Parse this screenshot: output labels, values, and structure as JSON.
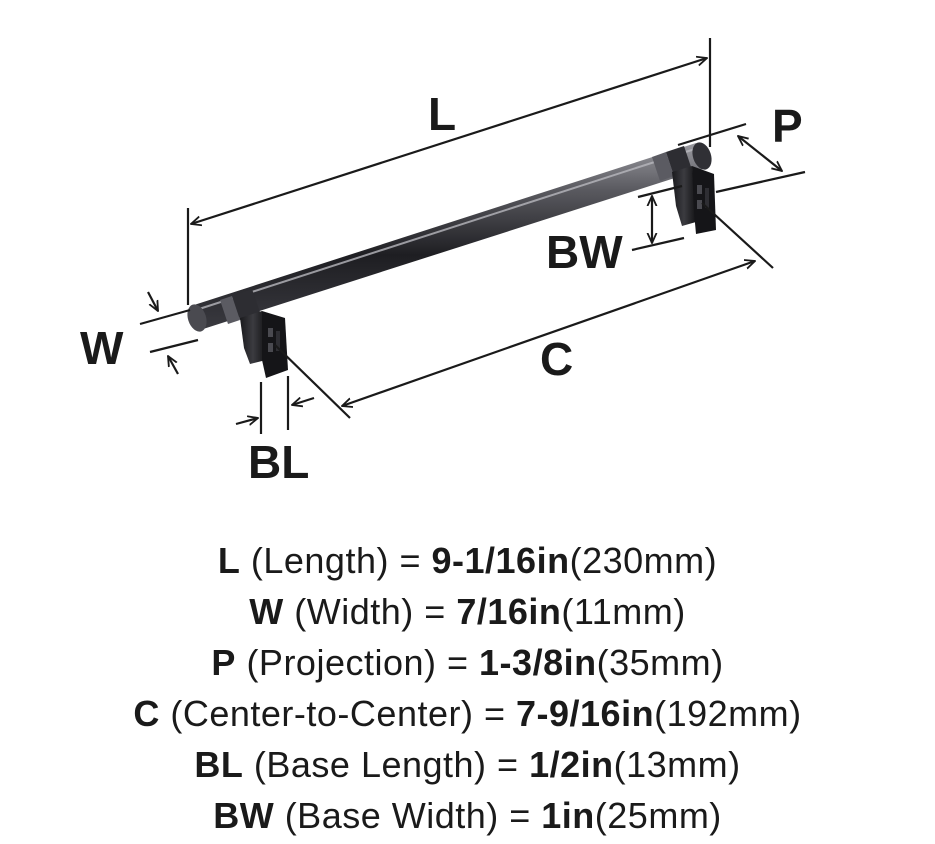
{
  "diagram": {
    "labels": {
      "L": "L",
      "P": "P",
      "W": "W",
      "BW": "BW",
      "C": "C",
      "BL": "BL"
    }
  },
  "specs": [
    {
      "code": "L",
      "name": " (Length) = ",
      "value": "9-1/16in",
      "metric": "(230mm)"
    },
    {
      "code": "W",
      "name": " (Width) = ",
      "value": "7/16in",
      "metric": "(11mm)"
    },
    {
      "code": "P",
      "name": " (Projection) = ",
      "value": "1-3/8in",
      "metric": "(35mm)"
    },
    {
      "code": "C",
      "name": " (Center-to-Center) = ",
      "value": "7-9/16in",
      "metric": "(192mm)"
    },
    {
      "code": "BL",
      "name": " (Base Length) = ",
      "value": "1/2in",
      "metric": "(13mm)"
    },
    {
      "code": "BW",
      "name": " (Base Width) = ",
      "value": "1in",
      "metric": "(25mm)"
    }
  ],
  "colors": {
    "finish": "#2b2b2e",
    "finish_highlight": "#8a8a90",
    "line": "#1a1a1a"
  }
}
